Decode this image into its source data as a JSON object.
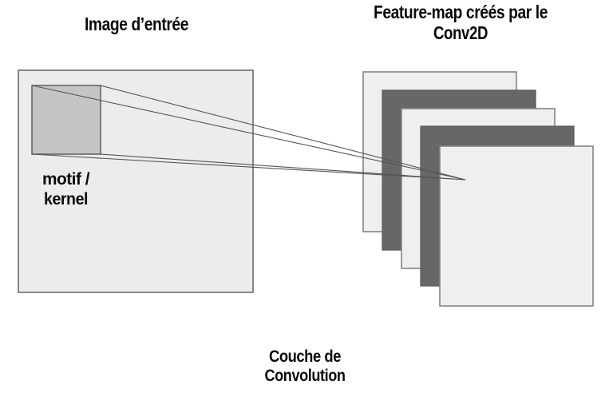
{
  "titles": {
    "input_image": "Image d’entrée",
    "feature_maps_line1": "Feature-map créés par le",
    "feature_maps_line2": "Conv2D"
  },
  "labels": {
    "kernel_line1": "motif /",
    "kernel_line2": "kernel",
    "layer_line1": "Couche de",
    "layer_line2": "Convolution"
  },
  "diagram": {
    "input_panel": "image d'entrée (input image)",
    "kernel_region": "motif / kernel window",
    "feature_map_count": 5,
    "feature_map_shades": [
      "light",
      "dark",
      "light",
      "dark",
      "light"
    ],
    "projection": "kernel corners converge to one point on front feature map"
  },
  "colors": {
    "background": "#ffffff",
    "panel_light": "#ececec",
    "kernel_fill": "#c4c4c4",
    "feature_light": "#efefef",
    "feature_dark": "#676767",
    "line": "#555555",
    "text": "#0a0a0a"
  }
}
